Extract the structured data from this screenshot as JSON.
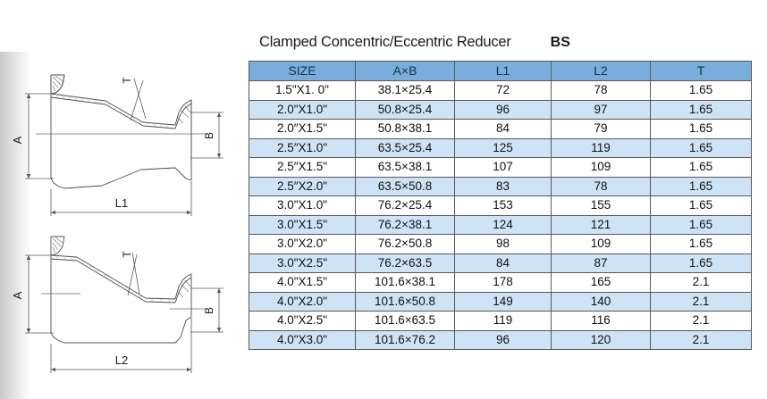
{
  "document": {
    "title": "Clamped Concentric/Eccentric Reducer",
    "standard": "BS"
  },
  "drawings": {
    "concentric": {
      "name": "concentric-reducer-drawing",
      "dim_a": "A",
      "dim_b": "B",
      "dim_t": "T",
      "dim_length": "L1"
    },
    "eccentric": {
      "name": "eccentric-reducer-drawing",
      "dim_a": "A",
      "dim_b": "B",
      "dim_t": "T",
      "dim_length": "L2"
    }
  },
  "table": {
    "headers": [
      "SIZE",
      "A×B",
      "L1",
      "L2",
      "T"
    ],
    "rows": [
      {
        "size": "1.5\"X1. 0\"",
        "ab": "38.1×25.4",
        "l1": "72",
        "l2": "78",
        "t": "1.65"
      },
      {
        "size": "2.0\"X1.0\"",
        "ab": "50.8×25.4",
        "l1": "96",
        "l2": "97",
        "t": "1.65"
      },
      {
        "size": "2.0″X1.5\"",
        "ab": "50.8×38.1",
        "l1": "84",
        "l2": "79",
        "t": "1.65"
      },
      {
        "size": "2.5″X1.0\"",
        "ab": "63.5×25.4",
        "l1": "125",
        "l2": "119",
        "t": "1.65"
      },
      {
        "size": "2.5″X1.5\"",
        "ab": "63.5×38.1",
        "l1": "107",
        "l2": "109",
        "t": "1.65"
      },
      {
        "size": "2.5″X2.0\"",
        "ab": "63.5×50.8",
        "l1": "83",
        "l2": "78",
        "t": "1.65"
      },
      {
        "size": "3.0\"X1.0\"",
        "ab": "76.2×25.4",
        "l1": "153",
        "l2": "155",
        "t": "1.65"
      },
      {
        "size": "3.0\"X1.5\"",
        "ab": "76.2×38.1",
        "l1": "124",
        "l2": "121",
        "t": "1.65"
      },
      {
        "size": "3.0\"X2.0\"",
        "ab": "76.2×50.8",
        "l1": "98",
        "l2": "109",
        "t": "1.65"
      },
      {
        "size": "3.0\"X2.5\"",
        "ab": "76.2×63.5",
        "l1": "84",
        "l2": "87",
        "t": "1.65"
      },
      {
        "size": "4.0\"X1.5\"",
        "ab": "101.6×38.1",
        "l1": "178",
        "l2": "165",
        "t": "2.1"
      },
      {
        "size": "4.0\"X2.0\"",
        "ab": "101.6×50.8",
        "l1": "149",
        "l2": "140",
        "t": "2.1"
      },
      {
        "size": "4.0\"X2.5\"",
        "ab": "101.6×63.5",
        "l1": "119",
        "l2": "116",
        "t": "2.1"
      },
      {
        "size": "4.0\"X3.0\"",
        "ab": "101.6×76.2",
        "l1": "96",
        "l2": "120",
        "t": "2.1"
      }
    ]
  },
  "colors": {
    "header_blue": "#79aedc",
    "row_alt_blue": "#cfe3f7",
    "grid_line": "#58585a",
    "text": "#111111"
  }
}
